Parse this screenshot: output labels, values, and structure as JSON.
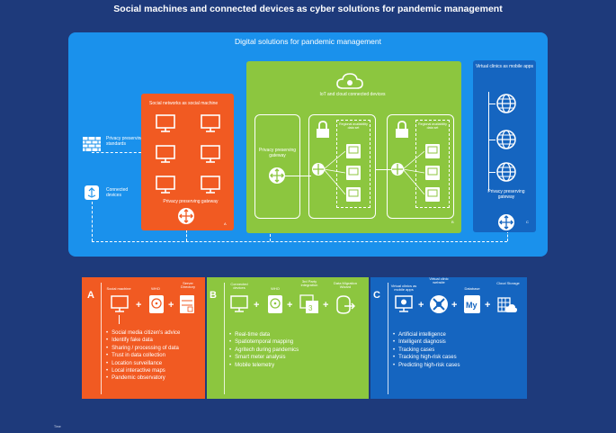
{
  "title": "Social machines and connected devices as cyber solutions for pandemic management",
  "main_panel": {
    "title": "Digital solutions for pandemic management",
    "left_labels": {
      "standards": "Privacy preserving standards",
      "devices": "Connected devices"
    },
    "social": {
      "title": "Social networks as social machine",
      "gateway": "Privacy preserving gateway",
      "letter": "A"
    },
    "iot": {
      "title": "IoT and cloud connected devices",
      "gateway": "Privacy preserving gateway",
      "data_set_1": "Regional availability data set",
      "data_set_2": "Regional availability data set",
      "letter": "B"
    },
    "clinics": {
      "title": "Virtual clinics as mobile apps",
      "gateway": "Privacy preserving gateway",
      "letter": "C"
    }
  },
  "bottom": {
    "A": {
      "letter": "A",
      "icons": [
        "Social machine",
        "WHO",
        "Server Directory"
      ],
      "items": [
        "Social media citizen's advice",
        "Identify fake data",
        "Sharing / processing of data",
        "Trust in data collection",
        "Location surveillance",
        "Local interactive maps",
        "Pandemic observatory"
      ]
    },
    "B": {
      "letter": "B",
      "icons": [
        "Connected devices",
        "WHO",
        "3rd Party integration",
        "Data Migration Wizard"
      ],
      "items": [
        "Real-time data",
        "Spatiotemporal mapping",
        "Agritech during pandemics",
        "Smart meter analysis",
        "Mobile telemetry"
      ]
    },
    "C": {
      "letter": "C",
      "icons": [
        "Virtual clinics as mobile apps",
        "Virtual clinic website",
        "Database",
        "Cloud Storage"
      ],
      "items": [
        "Artificial intelligence",
        "Intelligent diagnosis",
        "Tracking cases",
        "Tracking high-risk cases",
        "Predicting high-risk cases"
      ]
    }
  },
  "footer": "Time",
  "colors": {
    "background": "#1e3a7b",
    "main_panel": "#1a91ec",
    "red": "#f15a22",
    "green": "#8cc63f",
    "blue": "#1565c0"
  }
}
